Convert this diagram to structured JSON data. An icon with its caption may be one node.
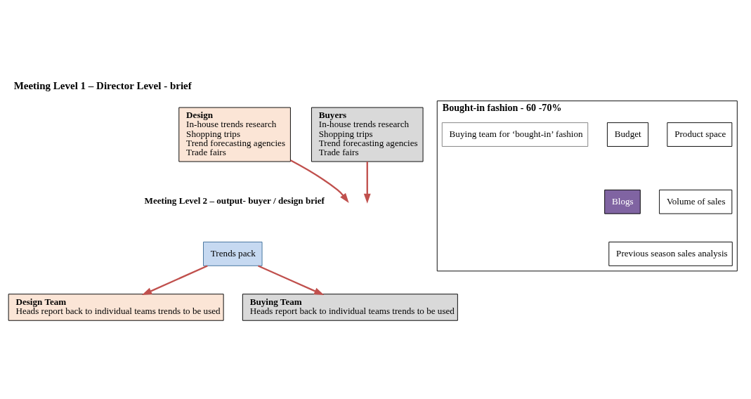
{
  "diagram": {
    "title": "Meeting Level 1 – Director Level - brief",
    "nodes": [
      {
        "text": [
          "Design",
          "In-house trends research",
          "Shopping trips",
          "Trend forecasting agencies",
          "Trade fairs"
        ]
      },
      {
        "text": [
          "Buyers",
          "In-house trends research",
          "Shopping trips",
          "Trend forecasting agencies",
          "Trade fairs"
        ]
      },
      {
        "text": [
          "Bought-in fashion - 60 -70%"
        ]
      },
      {
        "text": [
          "Product space"
        ],
        "in": 2
      },
      {
        "text": [
          "Budget"
        ],
        "in": 2
      },
      {
        "text": [
          "Buying team for ‘bought-in’ fashion"
        ],
        "in": 2
      },
      {
        "text": [
          "Volume of sales"
        ],
        "in": 2
      },
      {
        "text": [
          "Previous season sales analysis"
        ],
        "in": 2
      },
      {
        "text": [
          "Blogs"
        ],
        "in": 2
      },
      {
        "text": [
          "Design Team",
          "Heads report back to individual teams trends to be used"
        ]
      },
      {
        "text": [
          "Buying Team",
          "Heads report back to individual teams trends to be used"
        ]
      },
      {
        "text": [
          "Trends pack"
        ]
      }
    ],
    "edges": [
      {
        "from": 0,
        "to": null,
        "arrow": "to"
      },
      {
        "from": 1,
        "to": null,
        "arrow": "to"
      },
      {
        "from": 11,
        "to": 9,
        "arrow": "to"
      },
      {
        "from": 11,
        "to": 10,
        "arrow": "to"
      }
    ],
    "labels": [
      "Meeting Level 2 – output- buyer / design brief"
    ]
  }
}
